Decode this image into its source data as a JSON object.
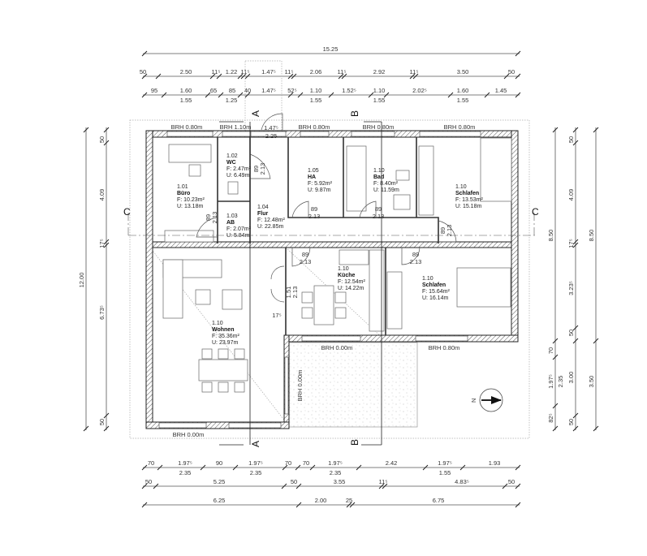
{
  "title_dims": {
    "top_overall": "15.25",
    "top_row1": [
      "50",
      "2.50",
      "11⁵",
      "1.22",
      "11⁵",
      "1.47⁵",
      "11⁵",
      "2.06",
      "11⁵",
      "2.92",
      "11⁵",
      "3.50",
      "50"
    ],
    "top_row2": [
      "95",
      "1.60",
      "65",
      "85",
      "40",
      "1.47⁵",
      "52⁵",
      "1.10",
      "1.52⁵",
      "1.10",
      "2.02⁵",
      "1.60",
      "1.45"
    ],
    "top_row2_below": [
      "1.55",
      "1.25",
      "1.55",
      "1.55",
      "1.55"
    ],
    "bottom_row1": [
      "70",
      "1.97⁵",
      "90",
      "1.97⁵",
      "70",
      "70",
      "1.97⁵",
      "2.42",
      "1.97⁵",
      "1.93"
    ],
    "bottom_row1_below": [
      "2.35",
      "2.35",
      "2.35",
      "1.55"
    ],
    "bottom_row2": [
      "50",
      "5.25",
      "50",
      "3.55",
      "11⁵",
      "4.83⁵",
      "50"
    ],
    "bottom_row3": [
      "6.25",
      "2.00",
      "25",
      "6.75"
    ],
    "left_outer": [
      "12.00"
    ],
    "left_inner": [
      "50",
      "4.09",
      "17⁵",
      "6.73⁵",
      "50"
    ],
    "right_a": [
      "8.50",
      "70",
      "1.97⁵",
      "82⁵",
      "2.35"
    ],
    "right_b": [
      "50",
      "4.09",
      "17⁵",
      "3.23⁵",
      "50",
      "3.00",
      "50"
    ],
    "right_c": [
      "8.50",
      "3.50"
    ]
  },
  "rooms": [
    {
      "no": "1.01",
      "name": "Büro",
      "area": "F: 10.23m²",
      "perim": "U: 13.18m"
    },
    {
      "no": "1.02",
      "name": "WC",
      "area": "F: 2.47m²",
      "perim": "U: 6.49m"
    },
    {
      "no": "1.03",
      "name": "AB",
      "area": "F: 2.07m²",
      "perim": "U: 5.84m"
    },
    {
      "no": "1.04",
      "name": "Flur",
      "area": "F: 12.48m²",
      "perim": "U: 22.85m"
    },
    {
      "no": "1.05",
      "name": "HA",
      "area": "F: 5.92m²",
      "perim": "U: 9.87m"
    },
    {
      "no": "1.10",
      "name": "Bad",
      "area": "F: 8.40m²",
      "perim": "U: 11.59m"
    },
    {
      "no": "1.10",
      "name": "Schlafen",
      "area": "F: 13.53m²",
      "perim": "U: 15.18m"
    },
    {
      "no": "1.10",
      "name": "Wohnen",
      "area": "F: 35.36m²",
      "perim": "U: 23.97m"
    },
    {
      "no": "1.10",
      "name": "Küche",
      "area": "F: 12.54m²",
      "perim": "U: 14.22m"
    },
    {
      "no": "1.10",
      "name": "Schlafen",
      "area": "F: 15.64m²",
      "perim": "U: 16.14m"
    }
  ],
  "brh": [
    "BRH 0.80m",
    "BRH 1.10m",
    "BRH 0.80m",
    "BRH 0.80m",
    "BRH 0.80m",
    "BRH 0.00m",
    "BRH 0.80m",
    "BRH 0.00m",
    "BRH 0.00m"
  ],
  "doors": [
    {
      "w": "89",
      "h": "2.13"
    },
    {
      "w": "89",
      "h": "2.13"
    },
    {
      "w": "89",
      "h": "2.13"
    },
    {
      "w": "89",
      "h": "2.13"
    },
    {
      "w": "89",
      "h": "2.13"
    },
    {
      "w": "89",
      "h": "2.13"
    },
    {
      "w": "89",
      "h": "2.13"
    },
    {
      "w": "1.51",
      "h": "2.13"
    }
  ],
  "entrance": {
    "w": "1.47⁵",
    "h": "2.25"
  },
  "misc": {
    "wall_17": "17⁵"
  },
  "sections": {
    "a": "A",
    "b": "B",
    "c": "C"
  },
  "north": "N"
}
